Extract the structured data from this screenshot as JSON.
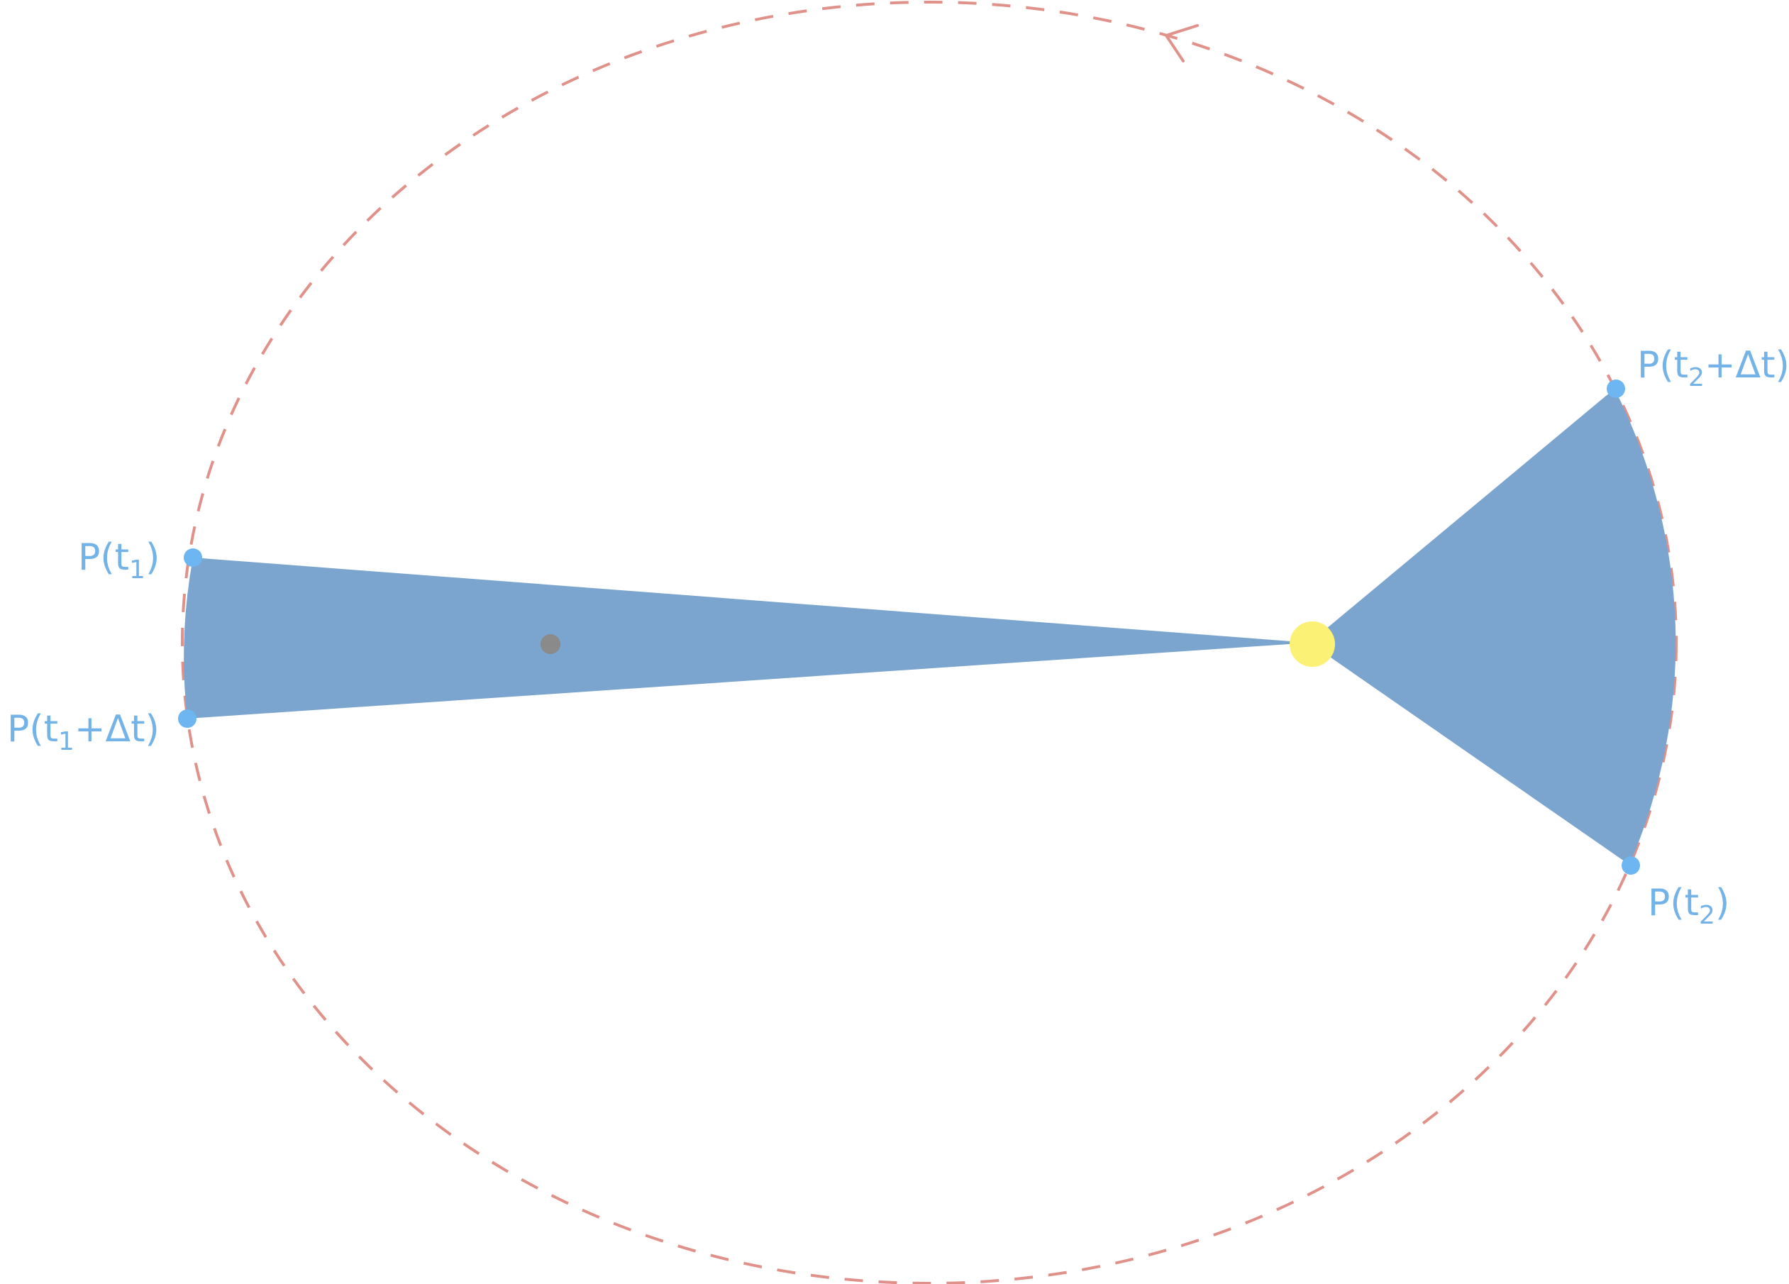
{
  "colors": {
    "background": "#ffffff",
    "orbit": "#e0918a",
    "sector_fill": "#7ba5ce",
    "planet_point": "#6db6f2",
    "sun": "#fbf174",
    "center_dot": "#8a8a8a",
    "label_text": "#74b3e8"
  },
  "labels": {
    "p_t1": {
      "base": "P(t",
      "sub": "1",
      "tail": ")"
    },
    "p_t1_dt": {
      "base": "P(t",
      "sub": "1",
      "tail": "+Δt)"
    },
    "p_t2": {
      "base": "P(t",
      "sub": "2",
      "tail": ")"
    },
    "p_t2_dt": {
      "base": "P(t",
      "sub": "2",
      "tail": "+Δt)"
    }
  },
  "icons": {
    "sun": "sun-icon",
    "center": "ellipse-center-dot",
    "direction": "orbit-direction-arrow"
  }
}
